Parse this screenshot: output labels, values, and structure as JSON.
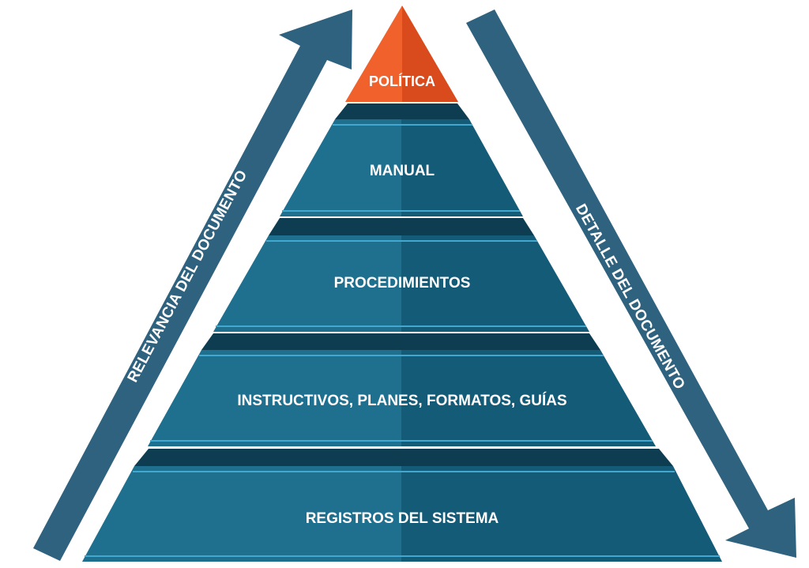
{
  "pyramid": {
    "tiers": [
      {
        "label": "POLÍTICA"
      },
      {
        "label": "MANUAL"
      },
      {
        "label": "PROCEDIMIENTOS"
      },
      {
        "label": "INSTRUCTIVOS, PLANES, FORMATOS, GUÍAS"
      },
      {
        "label": "REGISTROS DEL SISTEMA"
      }
    ]
  },
  "arrows": {
    "up_label": "RELEVANCIA DEL DOCUMENTO",
    "down_label": "DETALLE DEL DOCUMENTO"
  },
  "colors": {
    "apex_light": "#f0612c",
    "apex_dark": "#d94a1d",
    "tier_light": "#1f6f8f",
    "tier_dark": "#145b78",
    "tier_shadow": "#0e3d52",
    "tier_line": "#42a8cf",
    "arrow": "#2e627e",
    "label": "#ffffff"
  }
}
